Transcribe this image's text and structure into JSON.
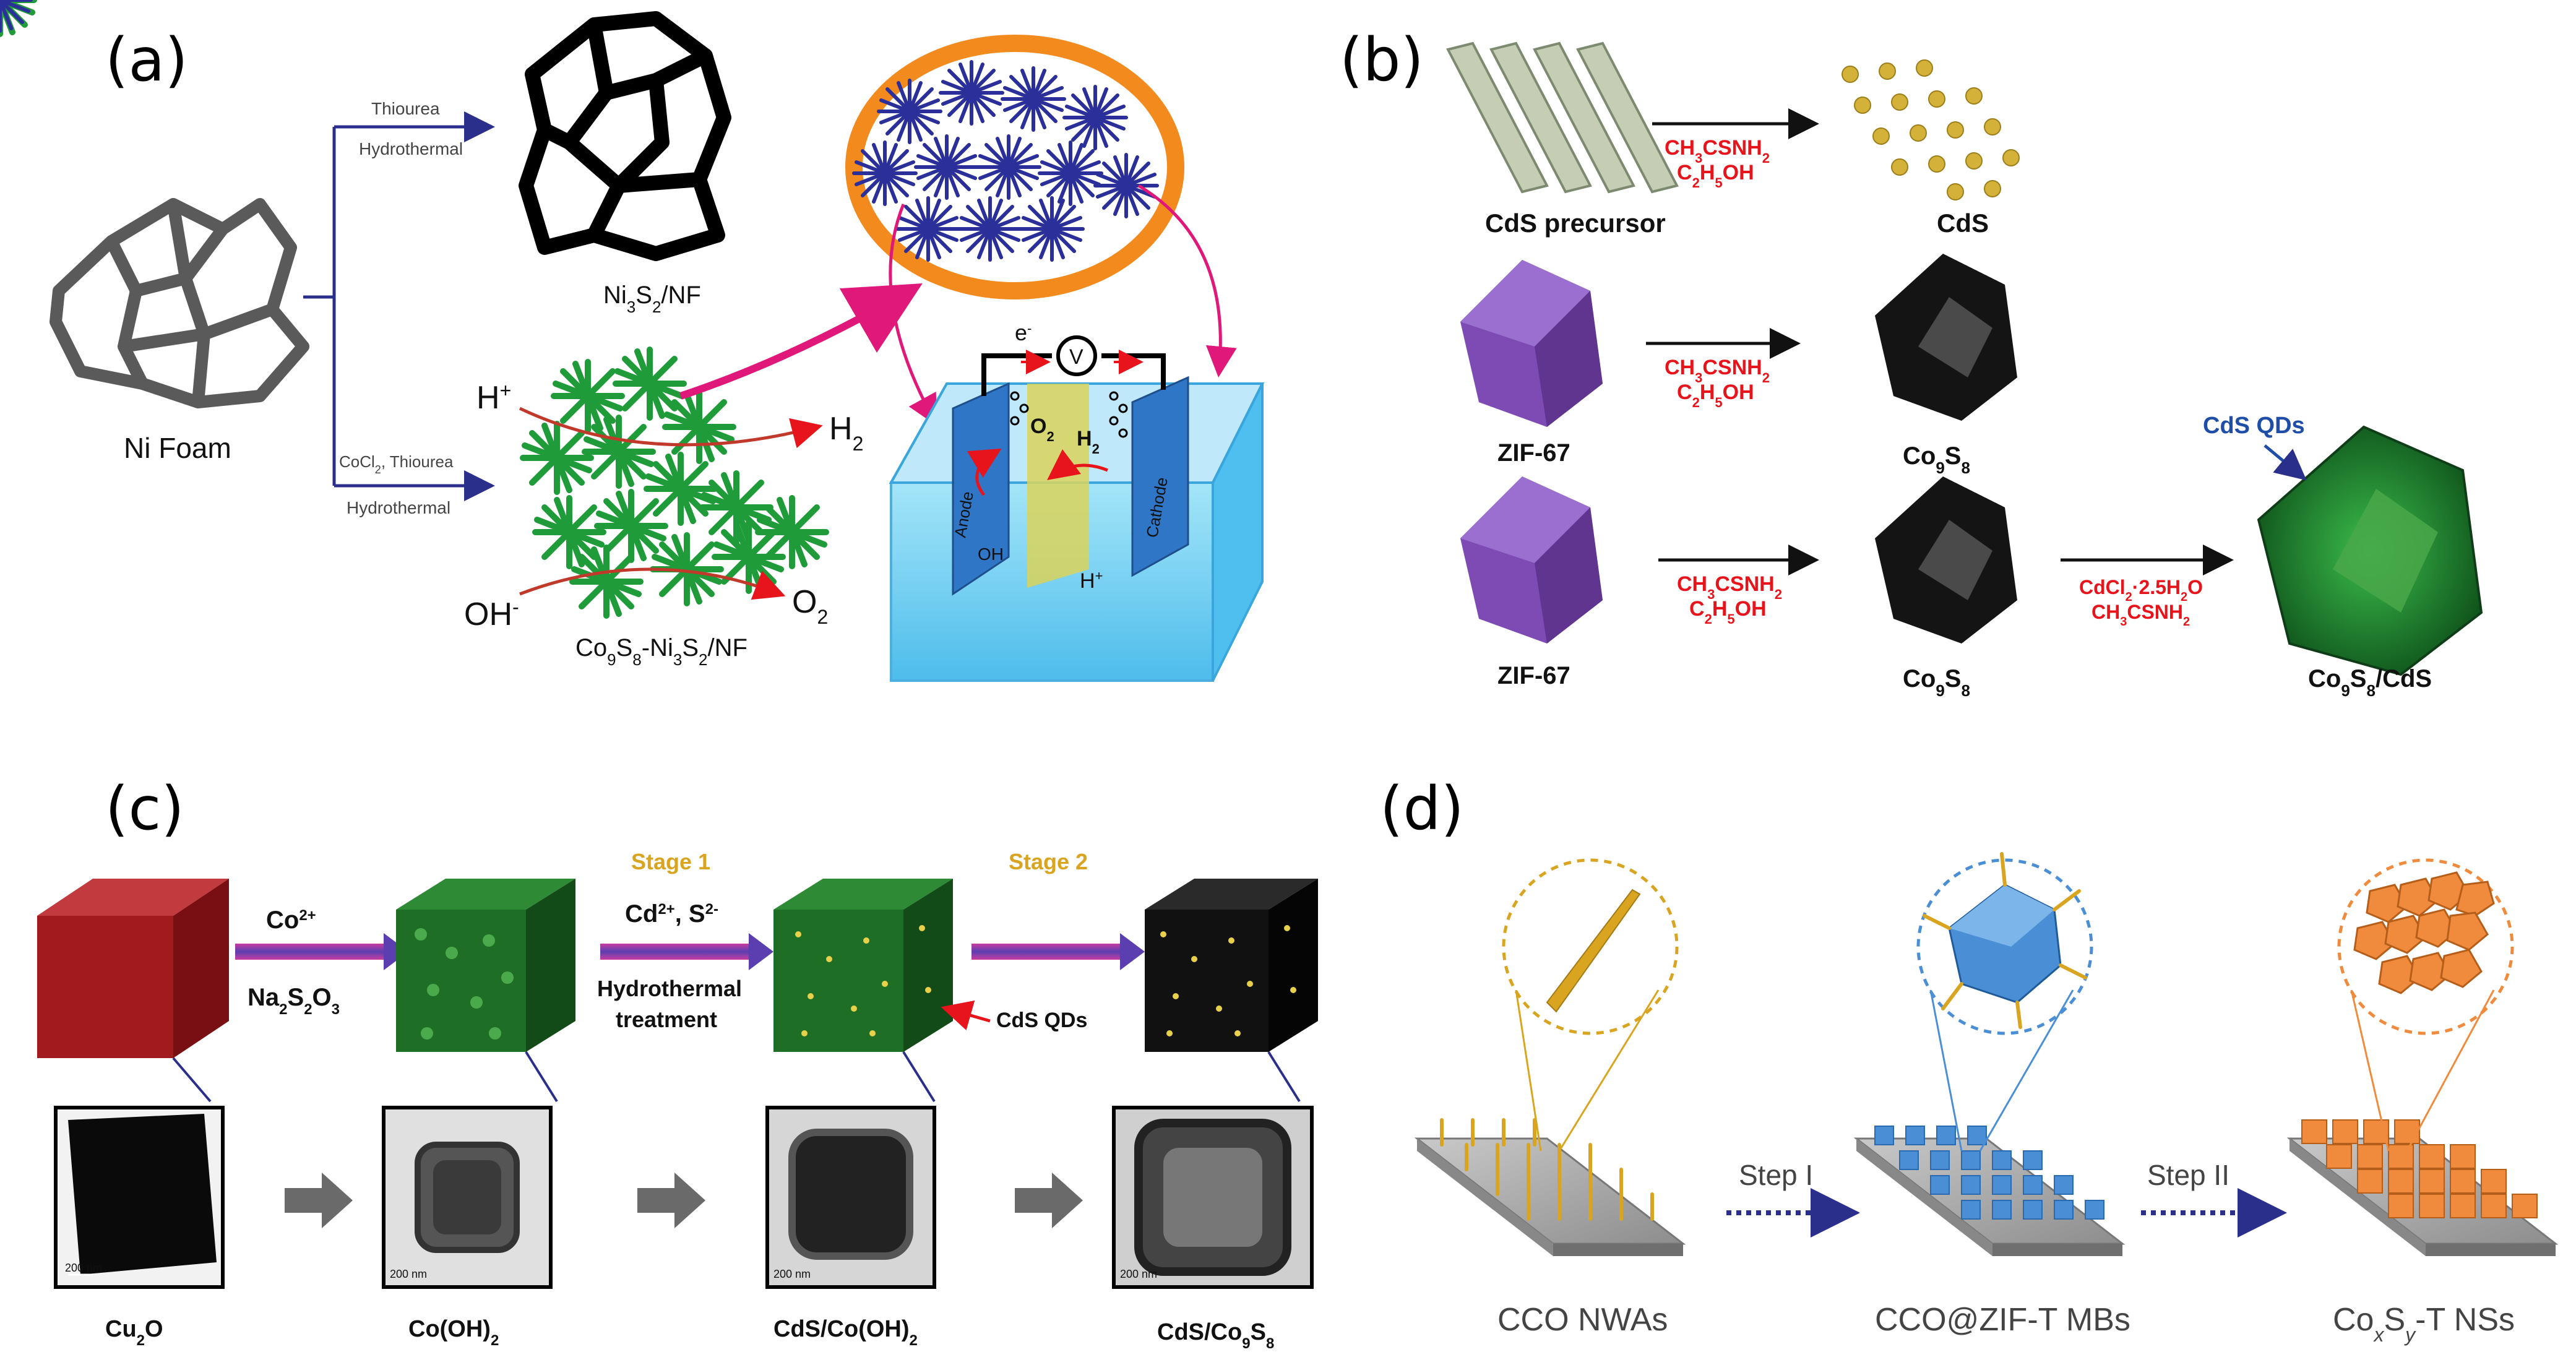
{
  "panels": {
    "a": {
      "letter": "(a)",
      "ni_foam": "Ni Foam",
      "route_top_1": "Thiourea",
      "route_top_2": "Hydrothermal",
      "route_bottom_1": "CoCl",
      "route_bottom_1_sub": "2",
      "route_bottom_1_tail": ", Thiourea",
      "route_bottom_2": "Hydrothermal",
      "ni3s2_main": "Ni",
      "ni3s2_sub1": "3",
      "ni3s2_mid": "S",
      "ni3s2_sub2": "2",
      "ni3s2_tail": "/NF",
      "hplus": "H",
      "hplus_sup": "+",
      "h2": "H",
      "h2_sub": "2",
      "oh": "OH",
      "oh_sup": "-",
      "o2": "O",
      "o2_sub": "2",
      "composite_1": "Co",
      "composite_sub1": "9",
      "composite_2": "S",
      "composite_sub2": "8",
      "composite_3": "-Ni",
      "composite_sub3": "3",
      "composite_4": "S",
      "composite_sub4": "2",
      "composite_5": "/NF",
      "electron": "e",
      "electron_sup": "-",
      "voltmeter": "V",
      "anode": "Anode",
      "cathode": "Cathode",
      "cell_o2": "O",
      "cell_o2_sub": "2",
      "cell_h2": "H",
      "cell_h2_sub": "2",
      "cell_hplus": "H",
      "cell_hplus_sup": "+",
      "cell_oh": "OH"
    },
    "b": {
      "letter": "(b)",
      "reagent1_a": "CH",
      "reagent1_a_sub": "3",
      "reagent1_a_tail": "CSNH",
      "reagent1_a_sub2": "2",
      "reagent1_b": "C",
      "reagent1_b_sub": "2",
      "reagent1_b_tail": "H",
      "reagent1_b_sub2": "5",
      "reagent1_b_end": "OH",
      "cds_precursor": "CdS precursor",
      "cds": "CdS",
      "zif67": "ZIF-67",
      "co9s8_a": "Co",
      "co9s8_sub1": "9",
      "co9s8_b": "S",
      "co9s8_sub2": "8",
      "reagent3_a": "CdCl",
      "reagent3_a_sub": "2",
      "reagent3_a_tail": "·2.5H",
      "reagent3_a_sub2": "2",
      "reagent3_a_end": "O",
      "reagent3_b": "CH",
      "reagent3_b_sub": "3",
      "reagent3_b_tail": "CSNH",
      "reagent3_b_sub2": "2",
      "cds_qds": "CdS QDs",
      "product_tail": "/CdS"
    },
    "c": {
      "letter": "(c)",
      "step1_top": "Co",
      "step1_top_sup": "2+",
      "step1_bottom_a": "Na",
      "step1_bottom_sub1": "2",
      "step1_bottom_b": "S",
      "step1_bottom_sub2": "2",
      "step1_bottom_c": "O",
      "step1_bottom_sub3": "3",
      "stage1": "Stage 1",
      "stage2": "Stage 2",
      "step2_top_a": "Cd",
      "step2_top_sup1": "2+",
      "step2_top_b": ", S",
      "step2_top_sup2": "2-",
      "hydro1": "Hydrothermal",
      "hydro2": "treatment",
      "cds_qds": "CdS QDs",
      "label1_a": "Cu",
      "label1_sub": "2",
      "label1_b": "O",
      "label2_a": "Co(OH)",
      "label2_sub": "2",
      "label3_a": "CdS/Co(OH)",
      "label3_sub": "2",
      "label4_a": "CdS/Co",
      "label4_sub1": "9",
      "label4_b": "S",
      "label4_sub2": "8",
      "scale1": "200 nm",
      "scale2": "200 nm",
      "scale3": "200 nm",
      "scale4": "200 nm"
    },
    "d": {
      "letter": "(d)",
      "step1": "Step I",
      "step2": "Step II",
      "label1": "CCO NWAs",
      "label2": "CCO@ZIF-T MBs",
      "label3_a": "Co",
      "label3_sub1": "x",
      "label3_b": "S",
      "label3_sub2": "y",
      "label3_c": "-T NSs"
    }
  },
  "colors": {
    "arrow_navy": "#2b2f8c",
    "reagent_red": "#e8141b",
    "qd_blue": "#1f4ea8",
    "stage_gold": "#d9a520",
    "zif_purple": "#7e4bb5",
    "cu2o_red": "#a11a1e",
    "nanowire_gold": "#d9a520",
    "zif_blue": "#4a8fd6",
    "sulfide_orange": "#f08a3c",
    "electrolyte_cyan": "#5ac8f0"
  }
}
